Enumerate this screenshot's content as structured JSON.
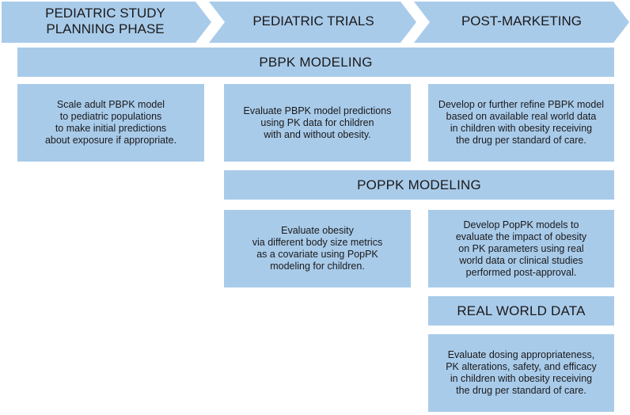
{
  "phases": [
    {
      "label": "PEDIATRIC STUDY\nPLANNING PHASE"
    },
    {
      "label": "PEDIATRIC TRIALS"
    },
    {
      "label": "POST-MARKETING"
    }
  ],
  "pbpk": {
    "header": "PBPK MODELING",
    "boxes": [
      "Scale adult PBPK model\nto pediatric populations\nto make initial predictions\nabout exposure if appropriate.",
      "Evaluate PBPK model predictions\nusing PK data for children\nwith and without obesity.",
      "Develop or further refine PBPK model\nbased on available real world data\nin children with obesity receiving\nthe drug per standard of care."
    ]
  },
  "poppk": {
    "header": "POPPK MODELING",
    "boxes": [
      "Evaluate obesity\nvia different body size metrics\nas a covariate using PopPK\nmodeling for children.",
      "Develop PopPK models to\nevaluate the impact of obesity\non PK parameters using real\nworld data or clinical studies\nperformed post-approval."
    ]
  },
  "rwd": {
    "header": "REAL WORLD DATA",
    "box": "Evaluate dosing appropriateness,\nPK alterations, safety, and efficacy\nin children with obesity receiving\nthe drug per standard of care."
  },
  "colors": {
    "fill": "#a9cbea",
    "text": "#1a1a1a"
  }
}
